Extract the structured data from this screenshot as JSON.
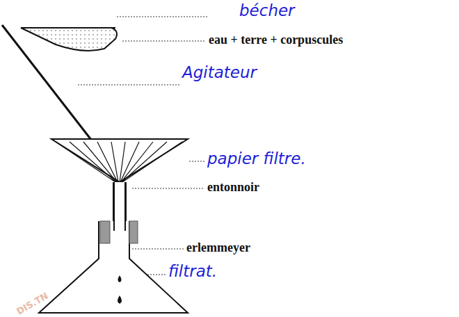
{
  "diagram": {
    "labels": [
      "bécher",
      "eau + terre + corpuscules",
      "Agitateur",
      "papier filtre.",
      "entonnoir",
      "erlemmeyer",
      "filtrat.",
      "DIS.TN"
    ]
  }
}
